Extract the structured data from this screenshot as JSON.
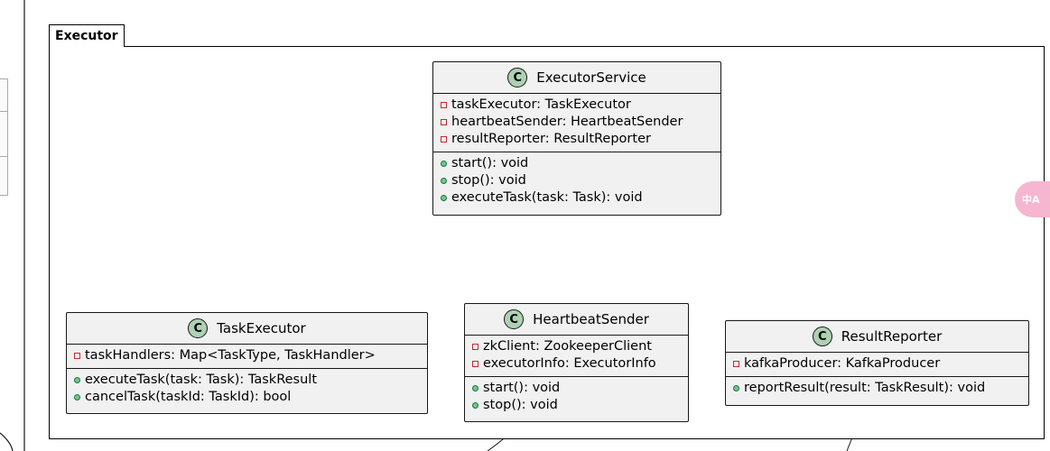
{
  "package": {
    "name": "Executor"
  },
  "classes": {
    "executor_service": {
      "stereotype": "C",
      "name": "ExecutorService",
      "fields": [
        "taskExecutor: TaskExecutor",
        "heartbeatSender: HeartbeatSender",
        "resultReporter: ResultReporter"
      ],
      "methods": [
        "start(): void",
        "stop(): void",
        "executeTask(task: Task): void"
      ]
    },
    "task_executor": {
      "stereotype": "C",
      "name": "TaskExecutor",
      "fields": [
        "taskHandlers: Map<TaskType, TaskHandler>"
      ],
      "methods": [
        "executeTask(task: Task): TaskResult",
        "cancelTask(taskId: TaskId): bool"
      ]
    },
    "heartbeat_sender": {
      "stereotype": "C",
      "name": "HeartbeatSender",
      "fields": [
        "zkClient: ZookeeperClient",
        "executorInfo: ExecutorInfo"
      ],
      "methods": [
        "start(): void",
        "stop(): void"
      ]
    },
    "result_reporter": {
      "stereotype": "C",
      "name": "ResultReporter",
      "fields": [
        "kafkaProducer: KafkaProducer"
      ],
      "methods": [
        "reportResult(result: TaskResult): void"
      ]
    }
  },
  "overlay": {
    "translate_badge": "中A",
    "translate_icon": "translate-icon"
  },
  "colors": {
    "class_fill": "#f1f1f1",
    "class_icon_fill": "#add1b2",
    "private_marker": "#c82930",
    "public_marker": "#84be84",
    "badge": "#f6b6cf"
  }
}
